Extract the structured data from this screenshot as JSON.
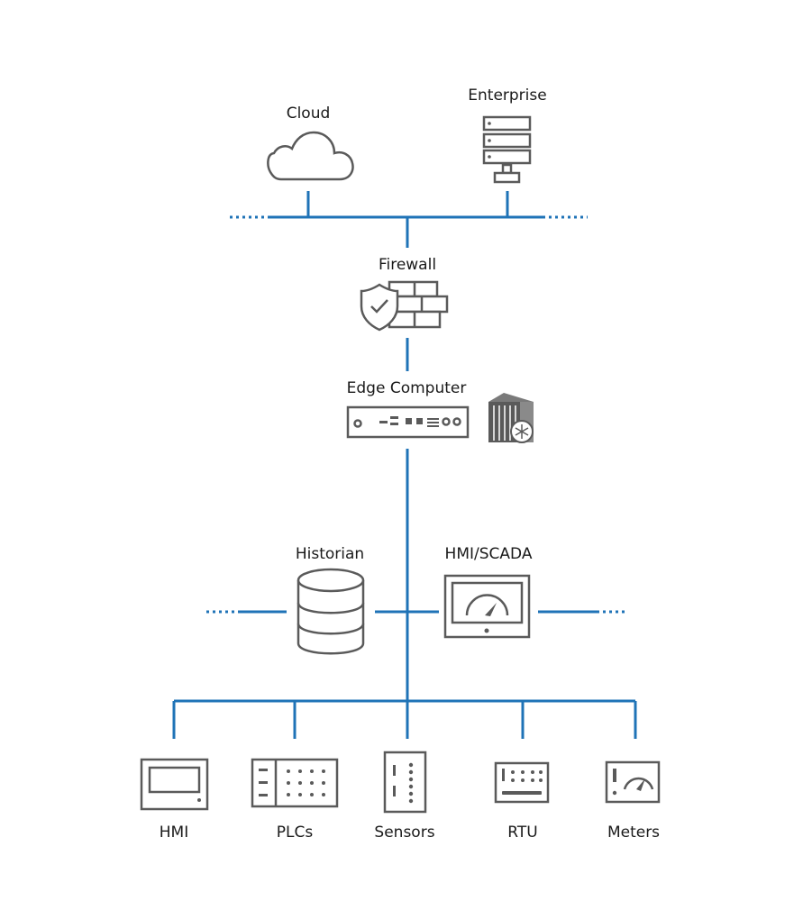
{
  "colors": {
    "network_line": "#1f73b7",
    "icon_stroke": "#5a5a5a",
    "text": "#1a1a1a"
  },
  "nodes": {
    "cloud": {
      "label": "Cloud",
      "icon": "cloud-icon"
    },
    "enterprise": {
      "label": "Enterprise",
      "icon": "server-rack-icon"
    },
    "firewall": {
      "label": "Firewall",
      "icon": "firewall-shield-icon"
    },
    "edge_computer": {
      "label": "Edge Computer",
      "icon": "edge-computer-icon",
      "badge_icon": "edge-appliance-snowflake-icon"
    },
    "historian": {
      "label": "Historian",
      "icon": "database-icon"
    },
    "hmi_scada": {
      "label": "HMI/SCADA",
      "icon": "gauge-monitor-icon"
    },
    "hmi": {
      "label": "HMI",
      "icon": "hmi-panel-icon"
    },
    "plcs": {
      "label": "PLCs",
      "icon": "plc-icon"
    },
    "sensors": {
      "label": "Sensors",
      "icon": "sensor-icon"
    },
    "rtu": {
      "label": "RTU",
      "icon": "rtu-icon"
    },
    "meters": {
      "label": "Meters",
      "icon": "meter-gauge-icon"
    }
  }
}
